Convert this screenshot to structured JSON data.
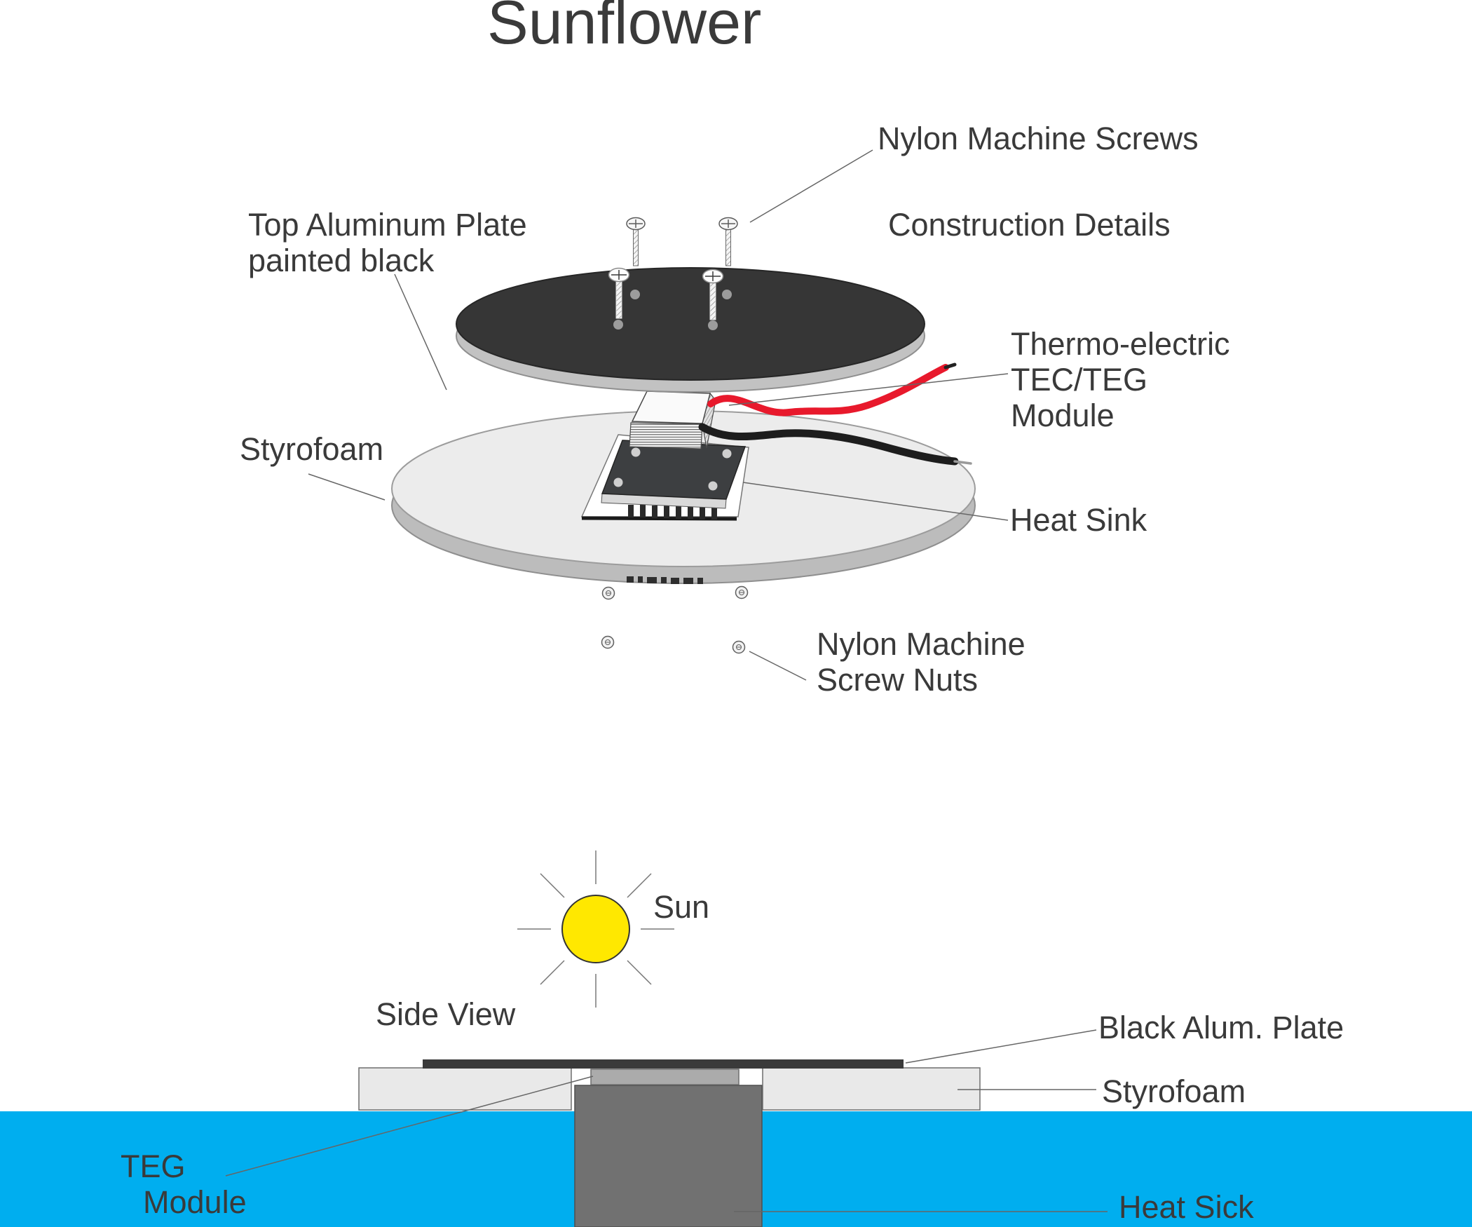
{
  "title": "Sunflower",
  "exploded_view": {
    "labels": {
      "nylon_machine_screws": "Nylon Machine Screws",
      "construction_details": "Construction Details",
      "top_plate_line1": "Top Aluminum Plate",
      "top_plate_line2": "painted black",
      "thermo_line1": "Thermo-electric",
      "thermo_line2": "TEC/TEG",
      "thermo_line3": "Module",
      "styrofoam": "Styrofoam",
      "heat_sink": "Heat Sink",
      "nuts_line1": "Nylon Machine",
      "nuts_line2": "Screw Nuts"
    }
  },
  "side_view": {
    "labels": {
      "sun": "Sun",
      "side_view": "Side View",
      "black_alum_plate": "Black Alum. Plate",
      "styrofoam": "Styrofoam",
      "teg_line1": "TEG",
      "teg_line2": "Module",
      "heat_sick": "Heat Sick"
    }
  },
  "colors": {
    "text": "#3a3a3a",
    "plate_black": "#363636",
    "styrofoam_gray": "#ececec",
    "heat_sink_dark": "#3d3f41",
    "side_heat_sink_gray": "#717171",
    "wire_red": "#e8192c",
    "wire_black": "#1d1d1d",
    "water_blue": "#00aeef",
    "sun_yellow": "#ffe800"
  }
}
